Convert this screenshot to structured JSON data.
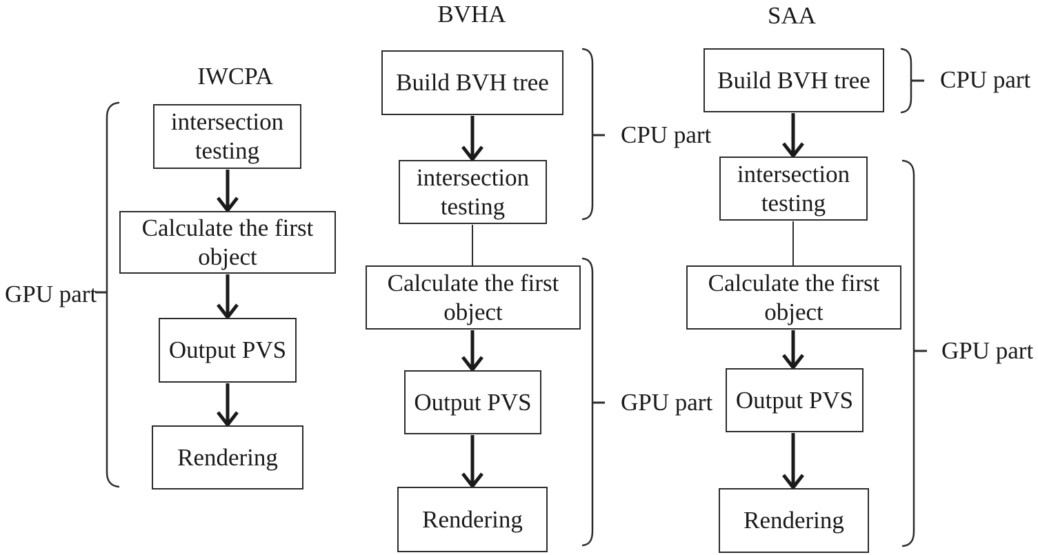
{
  "diagram": {
    "colors": {
      "ink": "#1a1a1a",
      "background": "#ffffff"
    },
    "columns": [
      {
        "title": "IWCPA",
        "steps": [
          "intersection testing",
          "Calculate the first object",
          "Output PVS",
          "Rendering"
        ],
        "labels": {
          "gpu": "GPU part"
        }
      },
      {
        "title": "BVHA",
        "steps": [
          "Build BVH tree",
          "intersection testing",
          "Calculate the first object",
          "Output PVS",
          "Rendering"
        ],
        "labels": {
          "cpu": "CPU part",
          "gpu": "GPU part"
        }
      },
      {
        "title": "SAA",
        "steps": [
          "Build BVH tree",
          "intersection testing",
          "Calculate the first object",
          "Output PVS",
          "Rendering"
        ],
        "labels": {
          "cpu": "CPU part",
          "gpu": "GPU part"
        }
      }
    ]
  }
}
